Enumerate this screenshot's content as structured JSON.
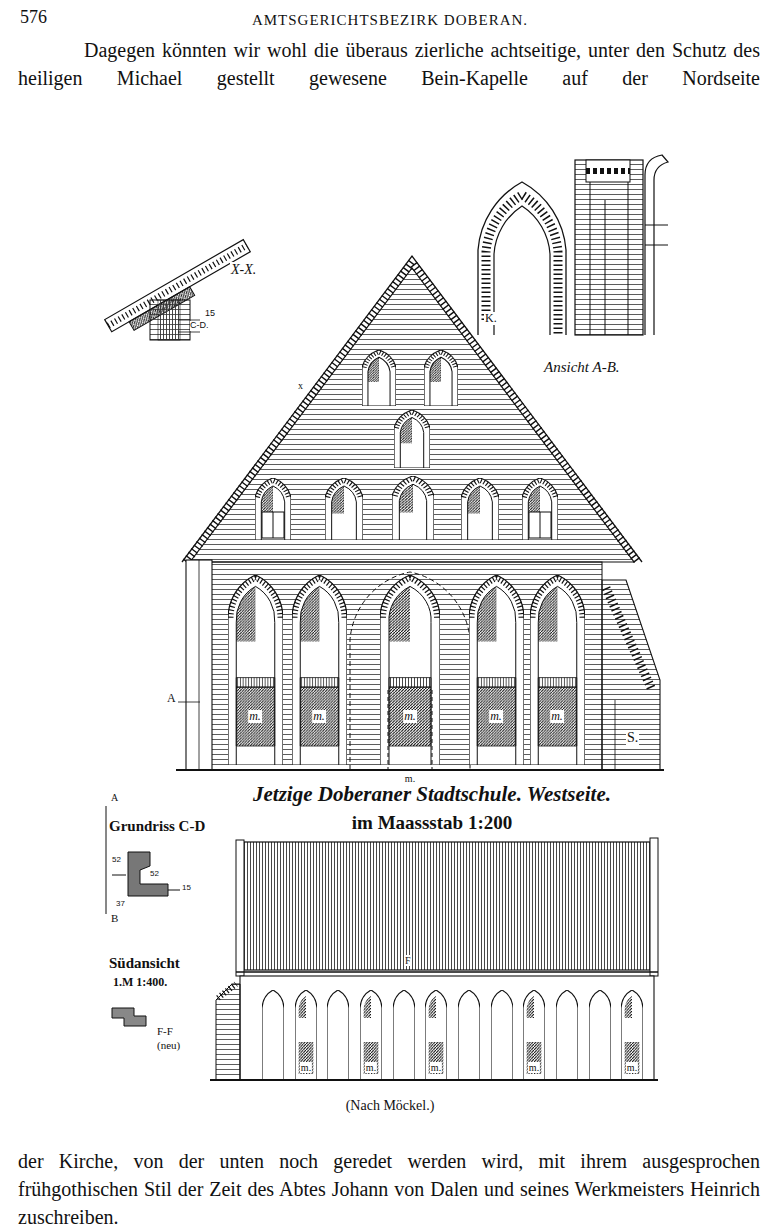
{
  "diagram": {
    "labels": [
      "576",
      "AMTSGERICHTSBEZIRK DOBERAN.",
      "Dagegen könnten wir wohl die überaus zierliche achtseitige, unter den Schutz des heiligen Michael gestellt gewesene Bein-Kapelle auf der Nordseite",
      "X-X.",
      "15",
      "C-D.",
      "x",
      "K.",
      "Ansicht A-B.",
      "A",
      "m.",
      "m.",
      "m.",
      "m.",
      "m.",
      "m.",
      "S.",
      "Jetzige Doberaner Stadtschule. Westseite.",
      "im Maassstab 1:200",
      "A",
      "Grundriss C-D",
      "52",
      "52",
      "15",
      "37",
      "B",
      "Südansicht",
      "1.M 1:400.",
      "F-F",
      "(neu)",
      "F",
      "m.",
      "m.",
      "m.",
      "m.",
      "m.",
      "(Nach Möckel.)",
      "der Kirche, von der unten noch geredet werden wird, mit ihrem ausgesprochen frühgothischen Stil der Zeit des Abtes Johann von Dalen und seines Werkmeisters Heinrich zuschreiben."
    ]
  }
}
